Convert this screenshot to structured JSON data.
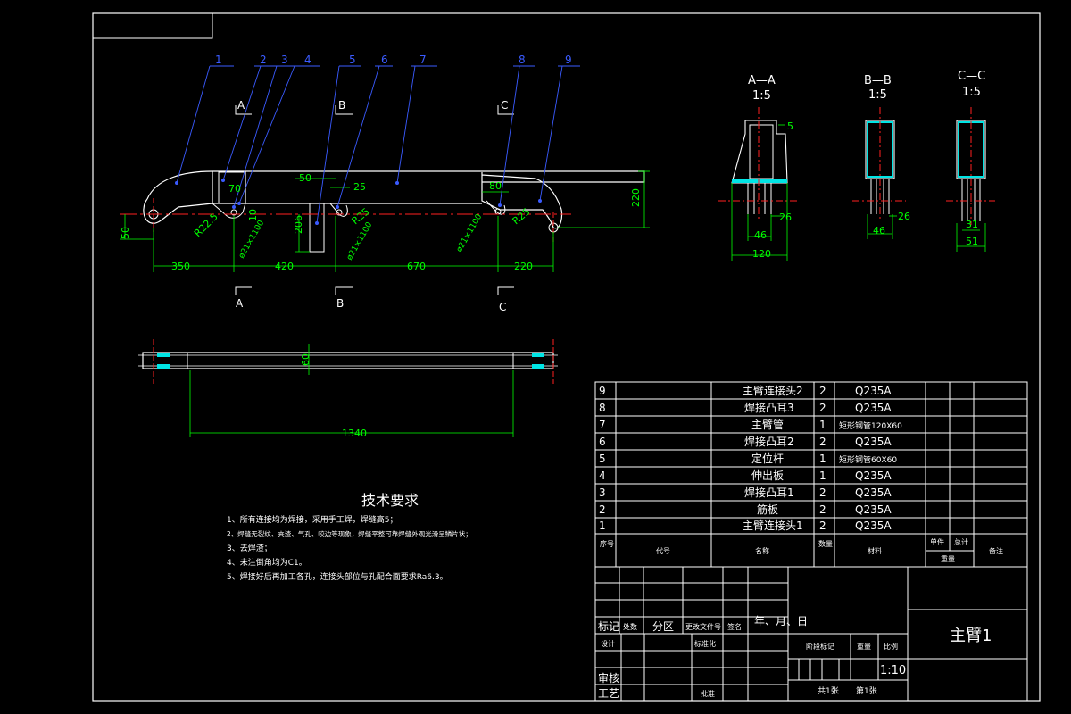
{
  "balloons": [
    "1",
    "2",
    "3",
    "4",
    "5",
    "6",
    "7",
    "8",
    "9"
  ],
  "sections": {
    "a_top": "A",
    "b_top": "B",
    "c_top": "C",
    "a_bot": "A",
    "b_bot": "B",
    "c_bot": "C",
    "aa": "A—A",
    "bb": "B—B",
    "cc": "C—C",
    "scale": "1:5"
  },
  "dims": {
    "d70": "70",
    "d10": "10",
    "d50a": "50",
    "d25a": "25",
    "d80": "80",
    "d220v": "220",
    "d50v": "50",
    "d206": "206",
    "r225": "R22.5",
    "r25a": "R25",
    "r25b": "R25",
    "phi1": "ø21×1100",
    "phi2": "ø21×1100",
    "phi3": "ø21×1100",
    "d350": "350",
    "d420": "420",
    "d670": "670",
    "d220h": "220",
    "d60": "60",
    "d1340": "1340",
    "s5": "5",
    "s26a": "26",
    "s46a": "46",
    "s120": "120",
    "s26b": "26",
    "s46b": "46",
    "s31": "31",
    "s51": "51"
  },
  "tech": {
    "title": "技术要求",
    "items": [
      "1、所有连接均为焊接，采用手工焊，焊缝高5；",
      "2、焊缝无裂纹、夹渣、气孔、咬边等现象，焊缝平整可靠焊缝外观光滑呈鳞片状；",
      "3、去焊渣；",
      "4、未注倒角均为C1。",
      "5、焊接好后再加工各孔，连接头部位与孔配合面要求Ra6.3。"
    ]
  },
  "bom": {
    "rows": [
      {
        "no": "9",
        "name": "主臂连接头2",
        "qty": "2",
        "mat": "Q235A"
      },
      {
        "no": "8",
        "name": "焊接凸耳3",
        "qty": "2",
        "mat": "Q235A"
      },
      {
        "no": "7",
        "name": "主臂管",
        "qty": "1",
        "mat": "矩形钢管120X60"
      },
      {
        "no": "6",
        "name": "焊接凸耳2",
        "qty": "2",
        "mat": "Q235A"
      },
      {
        "no": "5",
        "name": "定位杆",
        "qty": "1",
        "mat": "矩形钢管60X60"
      },
      {
        "no": "4",
        "name": "伸出板",
        "qty": "1",
        "mat": "Q235A"
      },
      {
        "no": "3",
        "name": "焊接凸耳1",
        "qty": "2",
        "mat": "Q235A"
      },
      {
        "no": "2",
        "name": "筋板",
        "qty": "2",
        "mat": "Q235A"
      },
      {
        "no": "1",
        "name": "主臂连接头1",
        "qty": "2",
        "mat": "Q235A"
      }
    ],
    "h_no": "序号",
    "h_code": "代号",
    "h_name": "名称",
    "h_qty": "数量",
    "h_mat": "材料",
    "h_unit": "单件",
    "h_total": "总计",
    "h_weight": "重量",
    "h_note": "备注"
  },
  "title_block": {
    "biaoji": "标记",
    "chushu": "处数",
    "fenqu": "分区",
    "gengai": "更改文件号",
    "qianming": "签名",
    "nianyueri": "年、月、日",
    "sheji": "设计",
    "biaozhunhua": "标准化",
    "shenhe": "审核",
    "gongyi": "工艺",
    "pizhun": "批准",
    "jieduan": "阶段标记",
    "zhongliang": "重量",
    "bili": "比例",
    "scale_val": "1:10",
    "sheets": "共1张",
    "sheet": "第1张",
    "part_name": "主臂1"
  },
  "colors": {
    "frame": "#ffffff",
    "dim": "#00ff00",
    "leader": "#3a5bff",
    "center": "#ff2020",
    "hatch": "#00e5e5"
  }
}
